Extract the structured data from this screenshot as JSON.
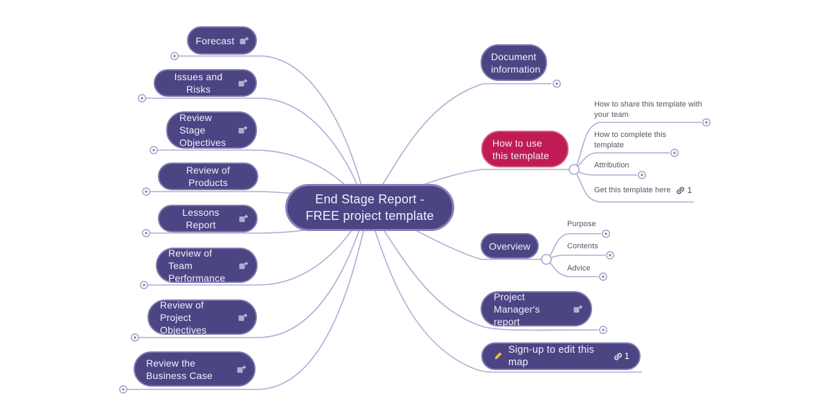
{
  "title": "End Stage Report - FREE project template",
  "colors": {
    "node_bg": "#4c4584",
    "node_border": "#7e78ae",
    "accent_bg": "#c01b54",
    "accent_border": "#d5567f",
    "connector": "#b1aad4",
    "node_text": "#f2effc",
    "child_text": "#56515f"
  },
  "icons": {
    "note": "note-icon",
    "link": "link-icon",
    "pencil": "pencil-icon",
    "handle": "connection-handle"
  },
  "center": {
    "label": "End Stage Report - FREE project template"
  },
  "left_nodes": [
    {
      "label": "Forecast",
      "has_note": true
    },
    {
      "label": "Issues and Risks",
      "has_note": true
    },
    {
      "label": "Review Stage Objectives",
      "has_note": true
    },
    {
      "label": "Review of Products",
      "has_note": false
    },
    {
      "label": "Lessons Report",
      "has_note": true
    },
    {
      "label": "Review of Team Performance",
      "has_note": true
    },
    {
      "label": "Review of Project Objectives",
      "has_note": true
    },
    {
      "label": "Review the Business Case",
      "has_note": true
    }
  ],
  "right": {
    "document_information": {
      "label": "Document information"
    },
    "how_to_use": {
      "label": "How to use this template",
      "children": [
        {
          "label": "How to share this template with your team"
        },
        {
          "label": "How to complete this template"
        },
        {
          "label": "Attribution"
        },
        {
          "label": "Get this template here",
          "link_count": "1"
        }
      ]
    },
    "overview": {
      "label": "Overview",
      "children": [
        {
          "label": "Purpose"
        },
        {
          "label": "Contents"
        },
        {
          "label": "Advice"
        }
      ]
    },
    "pm_report": {
      "label": "Project Manager's report"
    },
    "signup": {
      "label": "Sign-up to edit this map",
      "link_count": "1"
    }
  }
}
